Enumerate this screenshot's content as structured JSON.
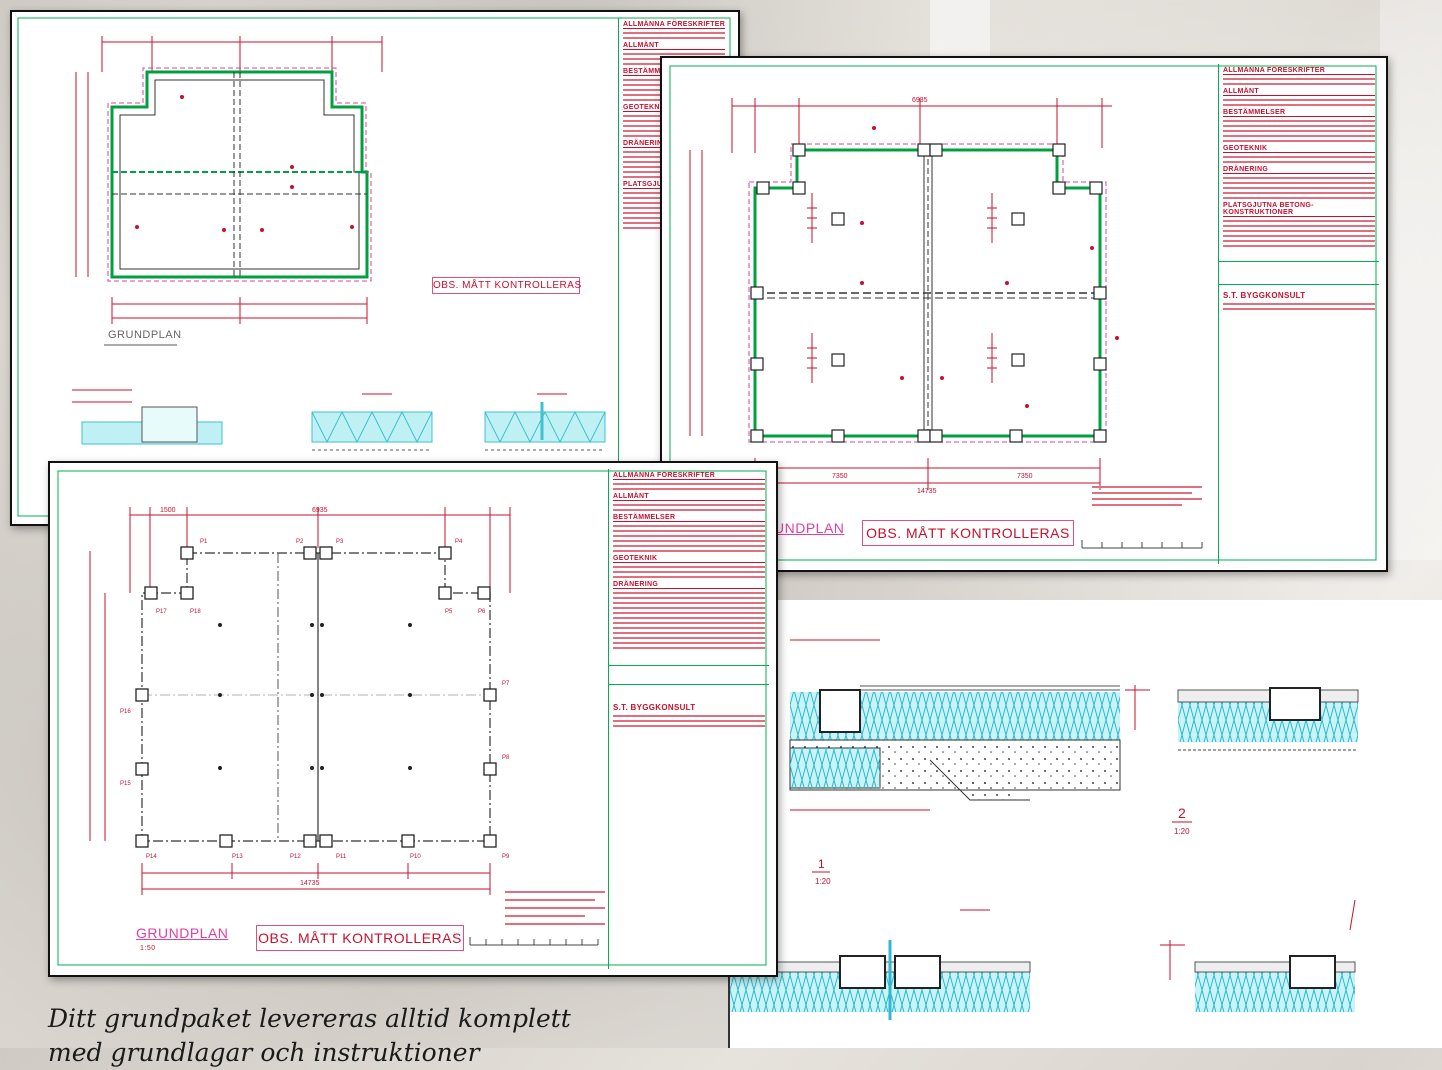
{
  "caption": {
    "line1": "Ditt grundpaket levereras alltid komplett",
    "line2": "med grundlagar och instruktioner"
  },
  "sheet_top_left": {
    "header": "ALLMÄNNA FÖRESKRIFTER",
    "section_allmant": "ALLMÄNT",
    "section_bestammelser": "BESTÄMMELSER",
    "section_geoteknik": "GEOTEKNIK",
    "section_dranering": "DRÄNERING",
    "section_platsgjutna": "PLATSGJUTNA",
    "plan_title": "GRUNDPLAN",
    "notice": "OBS. MÅTT KONTROLLERAS"
  },
  "sheet_right": {
    "header": "ALLMÄNNA FÖRESKRIFTER",
    "section_allmant": "ALLMÄNT",
    "section_bestammelser": "BESTÄMMELSER",
    "section_geoteknik": "GEOTEKNIK",
    "section_dranering": "DRÄNERING",
    "section_platsgjutna": "PLATSGJUTNA BETONG-KONSTRUKTIONER",
    "company": "S.T. BYGGKONSULT",
    "plan_title": "GRUNDPLAN",
    "notice": "OBS. MÅTT KONTROLLERAS",
    "dim_total": "14735",
    "dim_mid": "6935",
    "dim_left": "7350",
    "dim_right": "7350"
  },
  "sheet_front": {
    "header": "ALLMÄNNA FÖRESKRIFTER",
    "section_allmant": "ALLMÄNT",
    "section_bestammelser": "BESTÄMMELSER",
    "section_geoteknik": "GEOTEKNIK",
    "section_dranering": "DRÄNERING",
    "company": "S.T. BYGGKONSULT",
    "plan_title": "GRUNDPLAN",
    "plan_scale": "1:50",
    "notice": "OBS. MÅTT KONTROLLERAS",
    "dim_total": "14735",
    "dim_mid": "6935",
    "dim_side": "1500",
    "pillars": [
      "P1",
      "P2",
      "P3",
      "P4",
      "P5",
      "P6",
      "P7",
      "P8",
      "P9",
      "P10",
      "P11",
      "P12",
      "P13",
      "P14",
      "P15",
      "P16",
      "P17",
      "P18"
    ]
  },
  "sections": {
    "detail1_num": "1",
    "detail1_scale": "1:20",
    "detail2_num": "2",
    "detail2_scale": "1:20"
  },
  "colors": {
    "red": "#c8102e",
    "green": "#00a040",
    "magenta": "#e040a0",
    "cyan": "#40d0e0"
  }
}
